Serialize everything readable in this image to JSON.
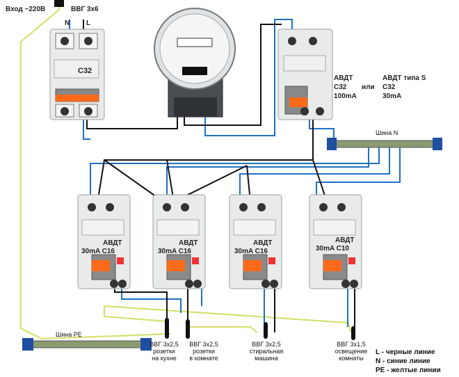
{
  "top": {
    "input_label": "Вход ~220В",
    "input_cable": "ВВГ 3х6",
    "n_mark": "N",
    "l_mark": "L"
  },
  "main_breaker": {
    "rating": "C32"
  },
  "rcbo_main": {
    "title_left": [
      "АВДТ",
      "С32",
      "100mA"
    ],
    "or": "или",
    "title_right": [
      "АВДТ типа S",
      "С32",
      "30mA"
    ]
  },
  "bus_n": {
    "label": "Шина N"
  },
  "bus_pe": {
    "label": "Шина PE"
  },
  "rcbos": [
    {
      "title": "АВДТ",
      "rating": "30mA  C16",
      "cable": "ВВГ 3х2,5",
      "purpose1": "розетки",
      "purpose2": "на кухне"
    },
    {
      "title": "АВДТ",
      "rating": "30mA  C16",
      "cable": "ВВГ 3х2,5",
      "purpose1": "розетки",
      "purpose2": "в комнате"
    },
    {
      "title": "АВДТ",
      "rating": "30mA  C16",
      "cable": "ВВГ 3х2,5",
      "purpose1": "стиральная",
      "purpose2": "машина"
    },
    {
      "title": "АВДТ",
      "rating": "30mA  C10",
      "cable": "ВВГ 3х1,5",
      "purpose1": "освещение",
      "purpose2": "комнаты"
    }
  ],
  "legend": {
    "l": "L - черные линие",
    "n": "N - синие линие",
    "pe": "PE - желтые линии"
  },
  "colors": {
    "l": "#111111",
    "n": "#1e6fc4",
    "pe": "#d8e070",
    "handle": "#ff6a1a",
    "module": "#e9ebea"
  }
}
